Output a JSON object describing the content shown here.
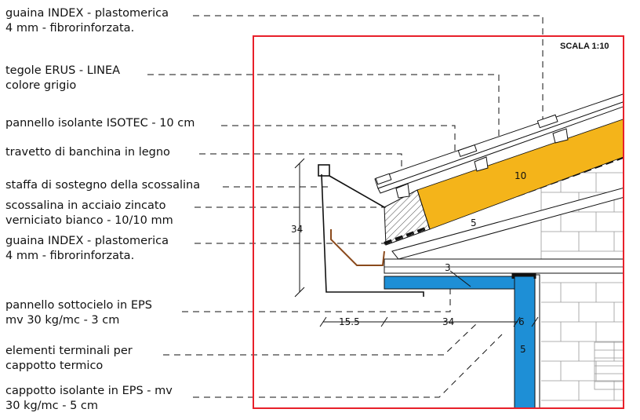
{
  "scale": "SCALA 1:10",
  "labels": [
    {
      "line1": "guaina INDEX - plastomerica",
      "line2": "4 mm - fibrorinforzata."
    },
    {
      "line1": "tegole ERUS - LINEA",
      "line2": "colore grigio"
    },
    {
      "line1": "pannello isolante ISOTEC - 10 cm",
      "line2": ""
    },
    {
      "line1": "travetto di banchina in legno",
      "line2": ""
    },
    {
      "line1": "staffa di sostegno della scossalina",
      "line2": ""
    },
    {
      "line1": "scossalina in acciaio zincato",
      "line2": "verniciato bianco - 10/10 mm"
    },
    {
      "line1": "guaina INDEX - plastomerica",
      "line2": "4 mm - fibrorinforzata."
    },
    {
      "line1": "pannello sottocielo in EPS",
      "line2": " mv 30 kg/mc - 3 cm"
    },
    {
      "line1": "elementi terminali per",
      "line2": "cappotto termico"
    },
    {
      "line1": "cappotto isolante in EPS - mv",
      "line2": "30 kg/mc - 5 cm"
    }
  ],
  "dimensions": {
    "height_total": "34",
    "overhang": "15.5",
    "span": "34",
    "wall_insul": "6",
    "coat": "5",
    "soffit": "3",
    "insul_panel": "10",
    "under_tile": "5"
  },
  "colors": {
    "frame": "#e8202a",
    "insulation": "#f4b41a",
    "eps": "#1e8fd6",
    "gutter_clip": "#8a4a1c",
    "hatch": "#555555"
  }
}
